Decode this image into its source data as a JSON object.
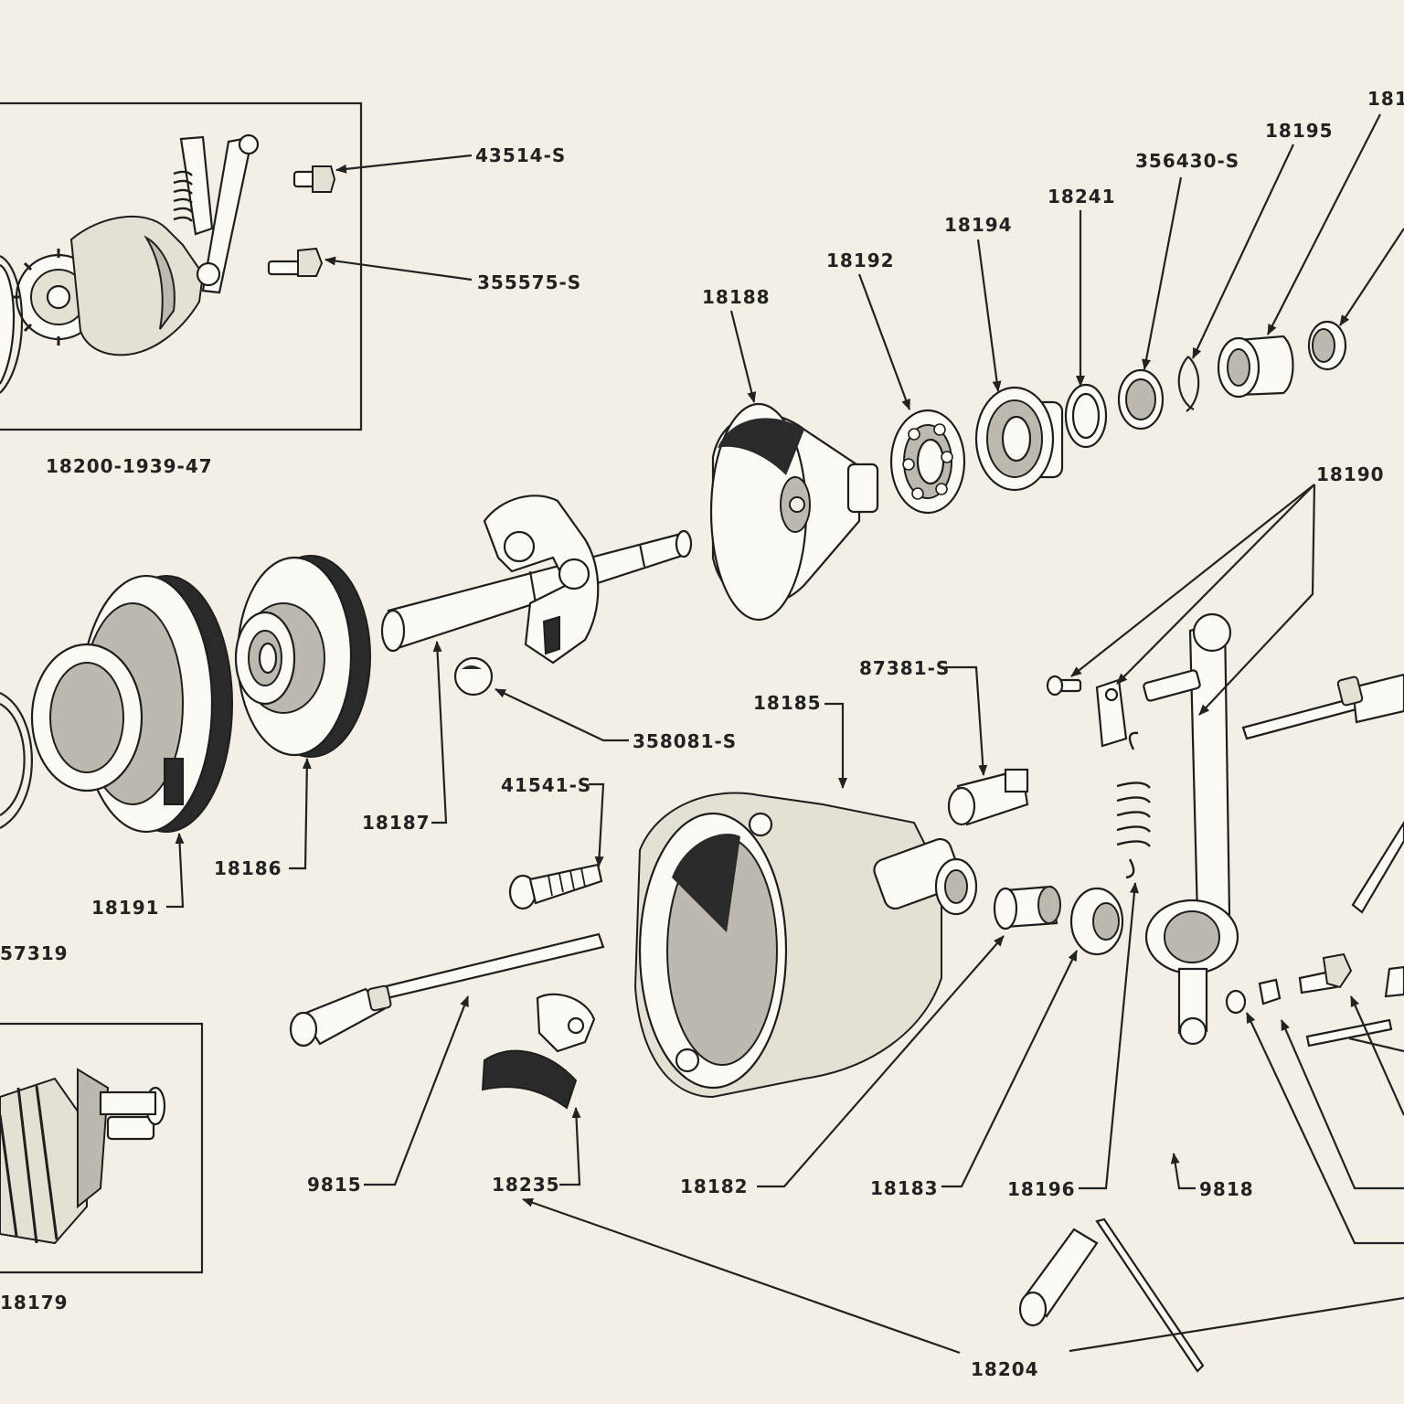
{
  "labels": {
    "p43514s": "43514-S",
    "p355575s": "355575-S",
    "p18200_1939_47": "18200-1939-47",
    "p18188": "18188",
    "p18192": "18192",
    "p18194": "18194",
    "p18241": "18241",
    "p356430s": "356430-S",
    "p18195": "18195",
    "p181_partial": "181",
    "p18190": "18190",
    "p87381s": "87381-S",
    "p18185": "18185",
    "p358081s": "358081-S",
    "p41541s": "41541-S",
    "p18187": "18187",
    "p18186": "18186",
    "p18191": "18191",
    "p57319_partial": "57319",
    "p9815": "9815",
    "p18235": "18235",
    "p18182": "18182",
    "p18183": "18183",
    "p18196": "18196",
    "p9818": "9818",
    "p18179": "18179",
    "p18204": "18204"
  },
  "colors": {
    "paper": "#f3efe4",
    "ink": "#222222"
  }
}
